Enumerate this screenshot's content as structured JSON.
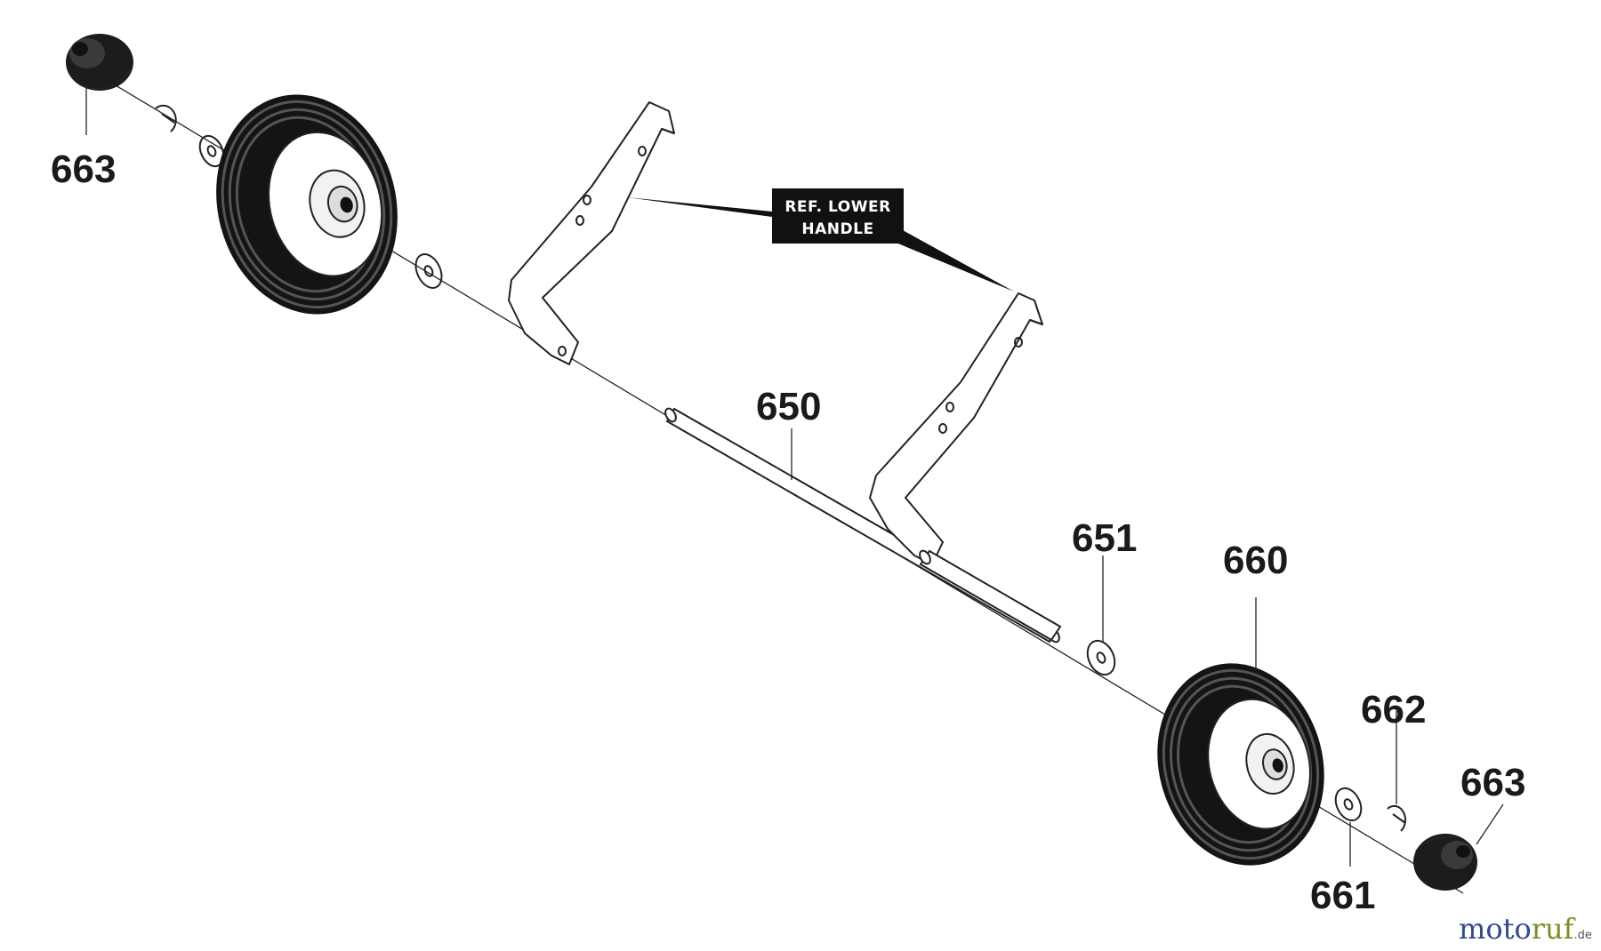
{
  "diagram": {
    "callout": {
      "line1": "REF. LOWER",
      "line2": "HANDLE"
    },
    "labels": {
      "p663_top": "663",
      "p650": "650",
      "p651": "651",
      "p660": "660",
      "p662": "662",
      "p663_bottom": "663",
      "p661": "661"
    },
    "watermark": {
      "part_a": "moto",
      "part_b": "ruf",
      "suffix": ".de"
    },
    "colors": {
      "ink": "#1a1a1a",
      "watermark_blue": "#2f4a8f",
      "watermark_green": "#7a8f2a"
    }
  }
}
